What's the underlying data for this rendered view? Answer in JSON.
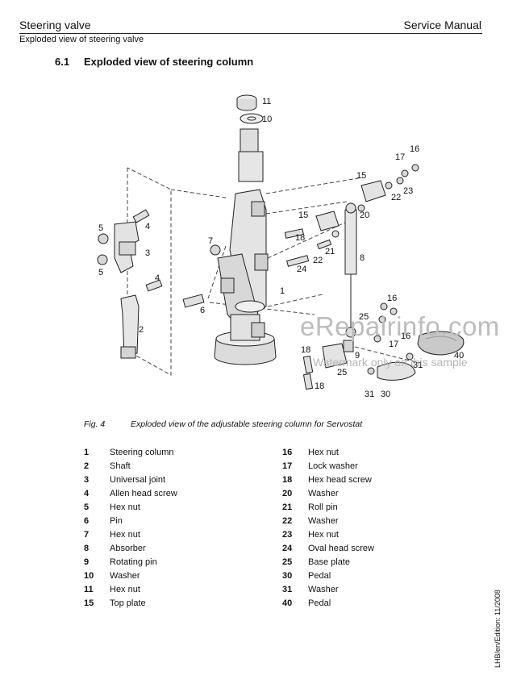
{
  "header": {
    "section": "Steering valve",
    "manual": "Service Manual",
    "subsection": "Exploded view of steering valve"
  },
  "section": {
    "number": "6.1",
    "title": "Exploded view of steering column"
  },
  "diagram": {
    "callouts": [
      "11",
      "10",
      "17",
      "16",
      "15",
      "22",
      "23",
      "5",
      "4",
      "15",
      "20",
      "3",
      "18",
      "21",
      "7",
      "22",
      "8",
      "5",
      "24",
      "4",
      "1",
      "6",
      "16",
      "2",
      "25",
      "9",
      "17",
      "16",
      "18",
      "40",
      "25",
      "31",
      "18",
      "31",
      "30"
    ]
  },
  "figure": {
    "label": "Fig. 4",
    "caption": "Exploded view of the adjustable steering column for Servostat"
  },
  "parts": {
    "col1": [
      {
        "n": "1",
        "name": "Steering column"
      },
      {
        "n": "2",
        "name": "Shaft"
      },
      {
        "n": "3",
        "name": "Universal joint"
      },
      {
        "n": "4",
        "name": "Allen head screw"
      },
      {
        "n": "5",
        "name": "Hex nut"
      },
      {
        "n": "6",
        "name": "Pin"
      },
      {
        "n": "7",
        "name": "Hex nut"
      },
      {
        "n": "8",
        "name": "Absorber"
      },
      {
        "n": "9",
        "name": "Rotating pin"
      },
      {
        "n": "10",
        "name": "Washer"
      },
      {
        "n": "11",
        "name": "Hex nut"
      },
      {
        "n": "15",
        "name": "Top plate"
      }
    ],
    "col2": [
      {
        "n": "16",
        "name": "Hex nut"
      },
      {
        "n": "17",
        "name": "Lock washer"
      },
      {
        "n": "18",
        "name": "Hex head screw"
      },
      {
        "n": "20",
        "name": "Washer"
      },
      {
        "n": "21",
        "name": "Roll pin"
      },
      {
        "n": "22",
        "name": "Washer"
      },
      {
        "n": "23",
        "name": "Hex nut"
      },
      {
        "n": "24",
        "name": "Oval head screw"
      },
      {
        "n": "25",
        "name": "Base plate"
      },
      {
        "n": "30",
        "name": "Pedal"
      },
      {
        "n": "31",
        "name": "Washer"
      },
      {
        "n": "40",
        "name": "Pedal"
      }
    ]
  },
  "edition": "LHB/en/Edition: 11/2008",
  "watermark": {
    "main": "eRepairinfo.com",
    "sub": "Watermark only on this sample"
  }
}
